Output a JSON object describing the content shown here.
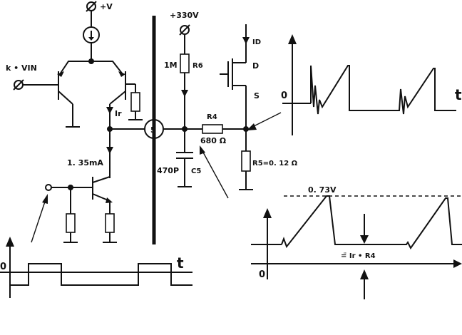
{
  "labels": {
    "supply_v": "+V",
    "input": "k • VIN",
    "ir": "Ir",
    "current": "1. 35mA",
    "node5": "5",
    "hv": "+330V",
    "r6_val": "1M",
    "r6": "R6",
    "id": "ID",
    "drain": "D",
    "source": "S",
    "r4": "R4",
    "r4_val": "680 Ω",
    "c5_val": "470P",
    "c5": "C5",
    "r5": "R5=0. 12 Ω",
    "zero_top": "0",
    "t_top": "t",
    "peak": "0. 73V",
    "zero_mid": "0",
    "level_eq": "=̈ Ir • R4",
    "zero_bottom": "0",
    "t_bottom": "t"
  }
}
